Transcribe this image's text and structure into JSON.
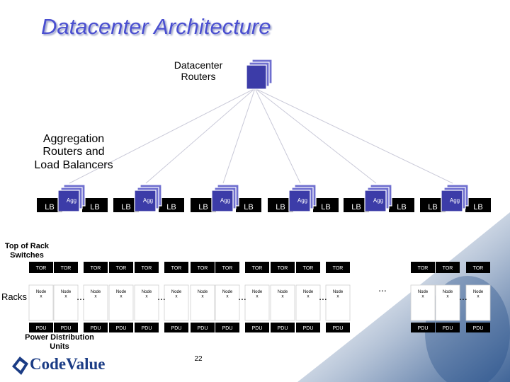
{
  "slide": {
    "title": "Datacenter Architecture",
    "page_number": "22"
  },
  "labels": {
    "datacenter_routers": "Datacenter\nRouters",
    "aggregation": "Aggregation\nRouters and\nLoad Balancers",
    "tor_switches": "Top of Rack\nSwitches",
    "racks": "Racks",
    "pdu": "Power Distribution\nUnits"
  },
  "diagram": {
    "agg_label": "Agg",
    "lb_label": "LB",
    "tor_label": "TOR",
    "node_label": "Node\nx",
    "pdu_box_label": "PDU",
    "ellipsis": "..."
  },
  "brand": {
    "logo_text": "CodeValue"
  },
  "colors": {
    "title": "#4a4fd0",
    "router_front": "#3c3ca8",
    "router_back": "#6f6fcf",
    "link_line": "#c9c9d8",
    "background_art": "#1f4a86",
    "logo": "#1b3c85"
  },
  "icons": {
    "datacenter_router": "stacked-router-icon",
    "agg_router": "stacked-router-icon",
    "logo_mark": "swoosh-logo-icon"
  }
}
